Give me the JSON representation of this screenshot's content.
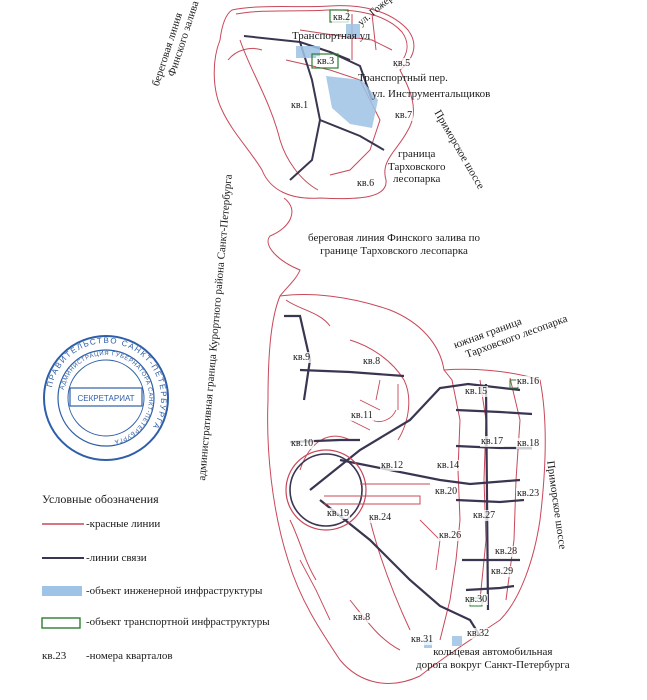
{
  "labels": {
    "coast_top": [
      "береговая линия",
      "Финского залива"
    ],
    "ul_gorkogo": "ул. Гожерна",
    "transportny_ul": "Транспортная ул",
    "transportny_per": "Транспортный пер.",
    "ul_instrumentalshchikov": "ул. Инструментальщиков",
    "primorskoe_top": "Приморское шоссе",
    "granica_tarkhov": [
      "граница",
      "Тарховского",
      "лесопарка"
    ],
    "admin_border": "административная граница Курортного района Санкт-Петербурга",
    "coast_middle": [
      "береговая линия Финского залива по",
      "границе Тарховского лесопарка"
    ],
    "south_border": [
      "южная граница",
      "Тарховского лесопарка"
    ],
    "primorskoe_bottom": "Приморское шоссе",
    "ring_road": [
      "кольцевая автомобильная",
      "дорога вокруг Санкт-Петербурга"
    ]
  },
  "quarters": [
    "кв.2",
    "кв.3",
    "кв.5",
    "кв.1",
    "кв.7",
    "кв.6",
    "кв.9",
    "кв.8",
    "кв.11",
    "кв.10",
    "кв.12",
    "кв.14",
    "кв.15",
    "кв.16",
    "кв.17",
    "кв.18",
    "кв.19",
    "кв.24",
    "кв.20",
    "кв.23",
    "кв.27",
    "кв.26",
    "кв.28",
    "кв.29",
    "кв.30",
    "кв.8",
    "кв.31",
    "кв.32"
  ],
  "stamp": {
    "outer": "ПРАВИТЕЛЬСТВО САНКТ-ПЕТЕРБУРГА",
    "inner": "АДМИНИСТРАЦИЯ ГУБЕРНАТОРА САНКТ-ПЕТЕРБУРГА",
    "center": "СЕКРЕТАРИАТ"
  },
  "legend": {
    "title": "Условные обозначения",
    "items": [
      {
        "symbol": "red-line",
        "label": "-красные линии"
      },
      {
        "symbol": "comm-line",
        "label": "-линии связи"
      },
      {
        "symbol": "blue-fill",
        "label": "-объект инженерной инфраструктуры"
      },
      {
        "symbol": "green-box",
        "label": "-объект транспортной инфраструктуры"
      },
      {
        "symbol": "kv-text",
        "symbol_text": "кв.23",
        "label": "-номера кварталов"
      }
    ]
  },
  "colors": {
    "red_line": "#c8485a",
    "comm_line": "#3a3550",
    "engineering": "#9ec3e6",
    "transport": "#2e7d32",
    "stamp": "#2f5fa8"
  }
}
